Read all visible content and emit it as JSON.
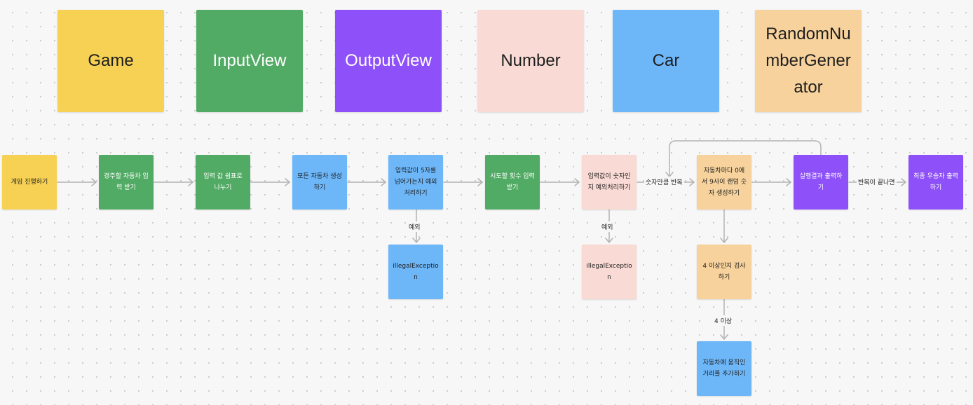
{
  "legend": {
    "game": "Game",
    "input_view": "InputView",
    "output_view": "OutputView",
    "number": "Number",
    "car": "Car",
    "random_number_generator": "RandomNumberGenerator"
  },
  "nodes": {
    "start_game": "게임 진행하기",
    "input_car_names": "경주할 자동차 입력 받기",
    "split_by_comma": "입력 값 쉼표로 나누기",
    "create_all_cars": "모든 자동차 생성하기",
    "validate_name_length": "입력값이 5자를 넘어가는지 예외처리하기",
    "illegal_exception_1": "illegalException",
    "input_try_count": "시도할 횟수 입력 받기",
    "validate_number": "입력값이 숫자인지 예외처리하기",
    "illegal_exception_2": "illegalException",
    "generate_random": "자동차마다 0에서 9사이 랜덤 숫자 생성하기",
    "check_four_or_more": "4 이상인지 검사하기",
    "add_distance": "자동차에 움직인 거리를 추가하기",
    "print_result": "실행결과 출력하기",
    "print_winner": "최종 우승자 출력하기"
  },
  "edge_labels": {
    "exception_1": "예외",
    "exception_2": "예외",
    "repeat_count": "숫자만큼 반복",
    "four_or_more": "4 이상",
    "after_repeat": "반복이 끝나면"
  },
  "colors": {
    "game": "#f7d154",
    "input_view": "#52ab64",
    "output_view": "#8e50f8",
    "number": "#f9dad4",
    "car": "#6db7f9",
    "random_number_generator": "#f7d29c",
    "edge": "#b3b3b3"
  }
}
